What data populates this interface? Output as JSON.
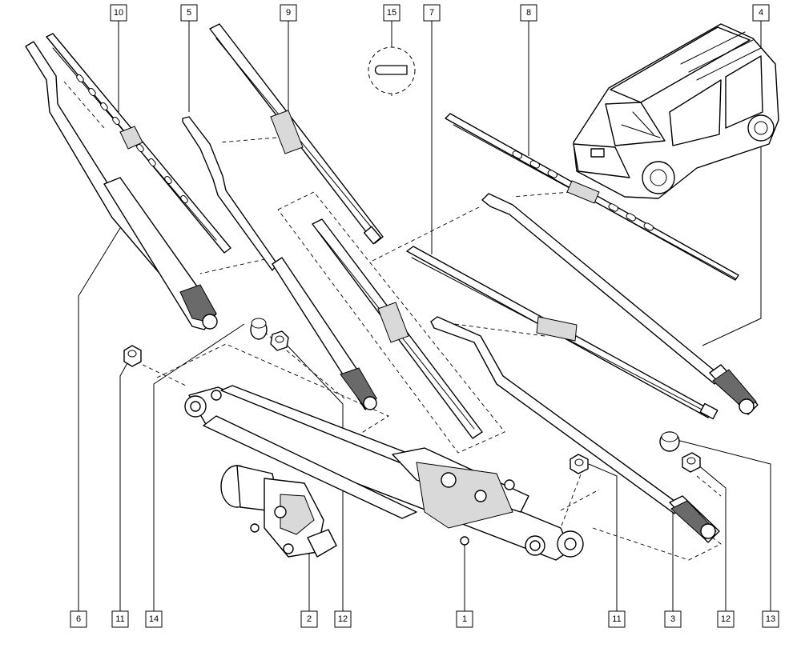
{
  "callouts": [
    {
      "id": "c10",
      "label": "10"
    },
    {
      "id": "c5",
      "label": "5"
    },
    {
      "id": "c9",
      "label": "9"
    },
    {
      "id": "c15",
      "label": "15"
    },
    {
      "id": "c7",
      "label": "7"
    },
    {
      "id": "c8",
      "label": "8"
    },
    {
      "id": "c4",
      "label": "4"
    },
    {
      "id": "c6",
      "label": "6"
    },
    {
      "id": "c11a",
      "label": "11"
    },
    {
      "id": "c14",
      "label": "14"
    },
    {
      "id": "c2",
      "label": "2"
    },
    {
      "id": "c12a",
      "label": "12"
    },
    {
      "id": "c1",
      "label": "1"
    },
    {
      "id": "c11b",
      "label": "11"
    },
    {
      "id": "c3",
      "label": "3"
    },
    {
      "id": "c12b",
      "label": "12"
    },
    {
      "id": "c13",
      "label": "13"
    }
  ],
  "icons": {
    "van": "van-icon",
    "motor": "motor-icon",
    "linkage": "linkage-icon",
    "clip": "clip-icon"
  }
}
